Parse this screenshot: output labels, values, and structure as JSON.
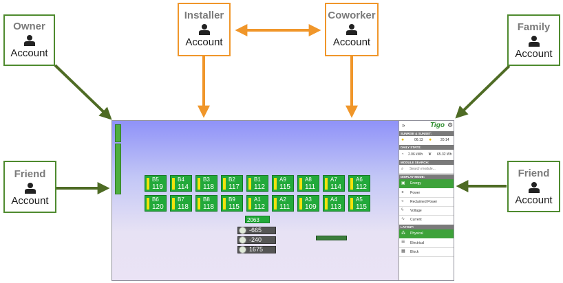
{
  "accounts": {
    "owner": {
      "role": "Owner",
      "label": "Account",
      "color": "#4e8a2e"
    },
    "installer": {
      "role": "Installer",
      "label": "Account",
      "color": "#f0962a"
    },
    "coworker": {
      "role": "Coworker",
      "label": "Account",
      "color": "#f0962a"
    },
    "family": {
      "role": "Family",
      "label": "Account",
      "color": "#4e8a2e"
    },
    "friend_left": {
      "role": "Friend",
      "label": "Account",
      "color": "#4e8a2e"
    },
    "friend_right": {
      "role": "Friend",
      "label": "Account",
      "color": "#4e8a2e"
    }
  },
  "icons": {
    "account": "person-icon"
  },
  "app": {
    "panels_row1": [
      {
        "name": "B5",
        "value": "119"
      },
      {
        "name": "B4",
        "value": "114"
      },
      {
        "name": "B3",
        "value": "118"
      },
      {
        "name": "B2",
        "value": "117"
      },
      {
        "name": "B1",
        "value": "112"
      },
      {
        "name": "A9",
        "value": "115"
      },
      {
        "name": "A8",
        "value": "111"
      },
      {
        "name": "A7",
        "value": "114"
      },
      {
        "name": "A6",
        "value": "112"
      }
    ],
    "panels_row2": [
      {
        "name": "B6",
        "value": "120"
      },
      {
        "name": "B7",
        "value": "118"
      },
      {
        "name": "B8",
        "value": "118"
      },
      {
        "name": "B9",
        "value": "115"
      },
      {
        "name": "A1",
        "value": "112"
      },
      {
        "name": "A2",
        "value": "111"
      },
      {
        "name": "A3",
        "value": "109"
      },
      {
        "name": "A4",
        "value": "113"
      },
      {
        "name": "A5",
        "value": "115"
      }
    ],
    "total_value": "2063",
    "stats": [
      "-665",
      "-240",
      "1675"
    ],
    "sidebar": {
      "logo": "Tigo",
      "expand": "»",
      "sections": {
        "sun": "SUNRISE & SUNSET:",
        "daily": "DAILY STATS:",
        "search": "MODULE SEARCH:",
        "display": "DISPLAY MODE:",
        "layout": "LAYOUT:"
      },
      "sunrise": "06:13",
      "sunset": "20:14",
      "energy_today": "2.06 kWh",
      "energy_saved": "65.32 Wh",
      "search_placeholder": "Search module...",
      "display_modes": [
        "Energy",
        "Power",
        "Reclaimed Power",
        "Voltage",
        "Current"
      ],
      "layouts": [
        "Physical",
        "Electrical",
        "Block"
      ]
    },
    "colors": {
      "panel": "#22a93a",
      "bar": "#f3e20c",
      "active": "#3da23a"
    }
  }
}
